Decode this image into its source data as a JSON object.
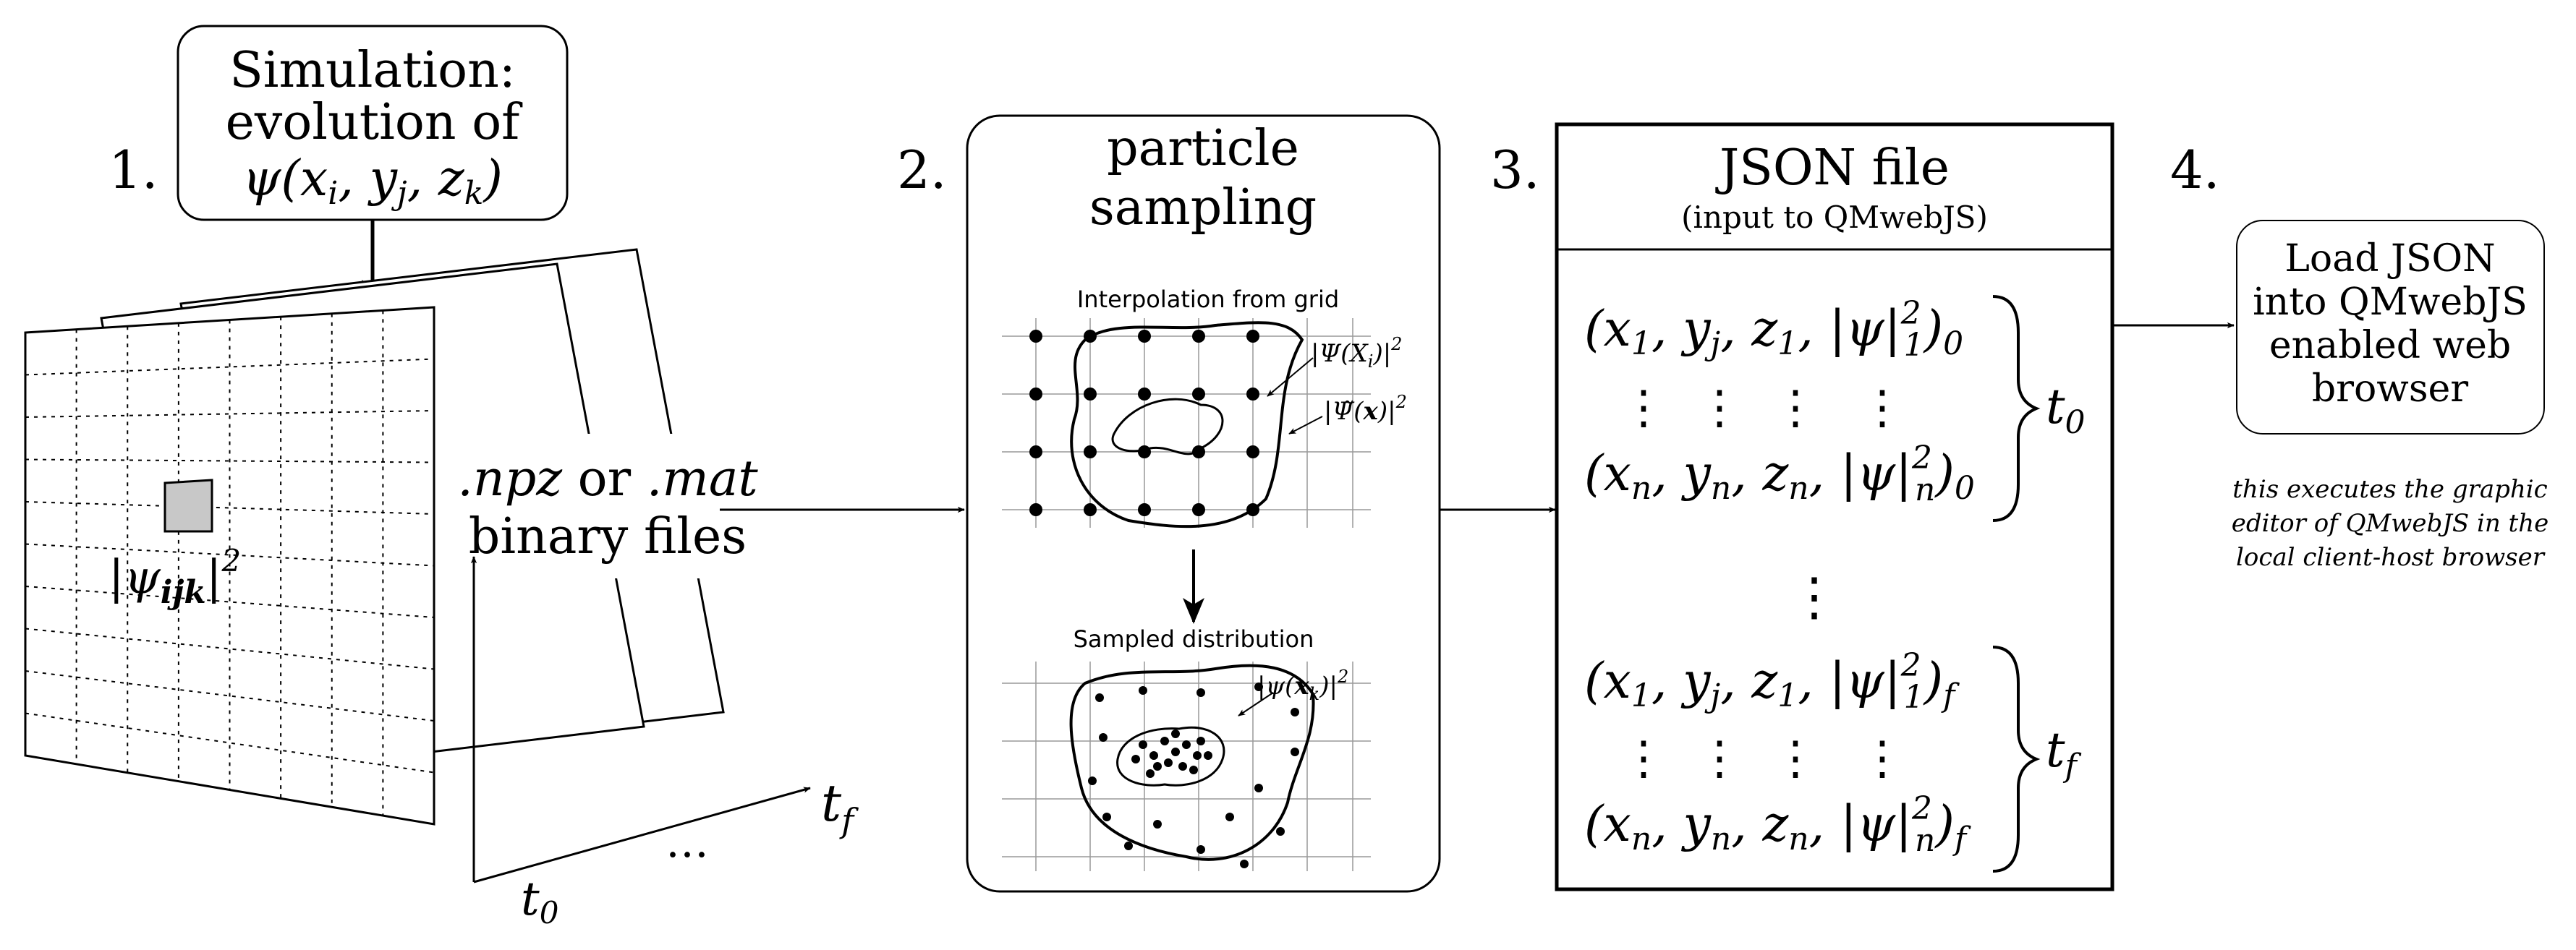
{
  "steps": {
    "s1": "1.",
    "s2": "2.",
    "s3": "3.",
    "s4": "4."
  },
  "simulation": {
    "line1": "Simulation:",
    "line2": "evolution of",
    "formula": "ψ(x",
    "formula_full": "ψ(xᵢ, yⱼ, zₖ)",
    "cell_label": "|ψᵢⱼₖ|²",
    "files_ext1": ".npz",
    "files_or": " or ",
    "files_ext2": ".mat",
    "files_line2": "binary files",
    "t_start": "t₀",
    "t_end": "t",
    "t_end_sub": "f",
    "ellipsis": "…"
  },
  "sampling": {
    "title_line1": "particle",
    "title_line2": "sampling",
    "interp_label": "Interpolation from grid",
    "psi_grid_label": "|Ψ(Xᵢ)|²",
    "psi_tilde_label": "|Ψ̃(x)|²",
    "sampled_label": "Sampled distribution",
    "psi_x_label": "|ψ(xₖ)|²"
  },
  "json_file": {
    "title": "JSON file",
    "subtitle": "(input to  QMwebJS)",
    "row_t0_first": "(x₁, yⱼ, z₁, |ψ|²₁)₀",
    "row_t0_last": "(xₙ, yₙ, zₙ, |ψ|²ₙ)₀",
    "row_tf_first": "(x₁, yⱼ, z₁, |ψ|²₁)",
    "row_tf_last": "(xₙ, yₙ, zₙ, |ψ|²ₙ)",
    "sub_f": "f",
    "label_t0": "t₀",
    "label_tf": "t",
    "label_tf_sub": "f",
    "vdots": "⋮"
  },
  "load": {
    "line1": "Load JSON",
    "line2": "into QMwebJS",
    "line3": "enabled web",
    "line4": "browser",
    "note_line1": "this executes the graphic",
    "note_line2": "editor of QMwebJS in the",
    "note_line3": "local client-host browser"
  }
}
